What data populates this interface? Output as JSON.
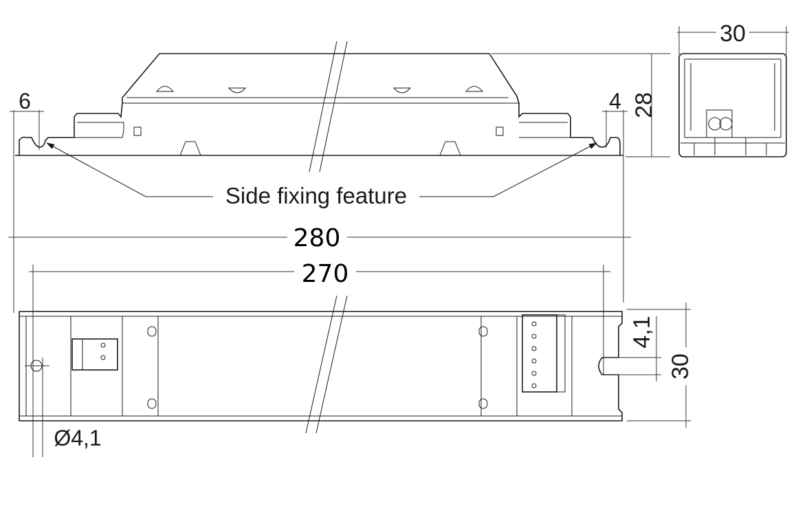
{
  "drawing": {
    "side_view": {
      "dim_left": "6",
      "dim_right": "4",
      "callout": "Side fixing feature"
    },
    "end_view": {
      "width": "30",
      "height": "28"
    },
    "overall_length": "280",
    "fixing_distance": "270",
    "bottom_view": {
      "slot_width": "4,1",
      "width": "30",
      "hole_diameter": "Ø4,1"
    },
    "colors": {
      "line": "#1a1a1a",
      "background": "#ffffff"
    }
  }
}
